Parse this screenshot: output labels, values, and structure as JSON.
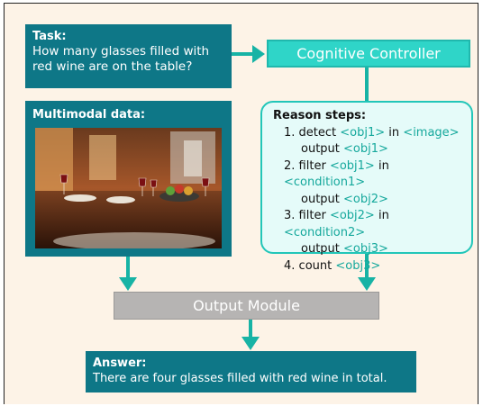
{
  "task": {
    "title": "Task:",
    "question": "How many glasses filled with red wine are on the table?"
  },
  "controller": {
    "label": "Cognitive Controller"
  },
  "multimodal": {
    "title": "Multimodal data:"
  },
  "reason": {
    "title": "Reason steps:",
    "steps": [
      {
        "num": "1.",
        "verb": "detect",
        "a": "<obj1>",
        "prep": "in",
        "b": "<image>",
        "out_word": "output",
        "out": "<obj1>"
      },
      {
        "num": "2.",
        "verb": "filter",
        "a": "<obj1>",
        "prep": "in",
        "b": "<condition1>",
        "out_word": "output",
        "out": "<obj2>"
      },
      {
        "num": "3.",
        "verb": "filter",
        "a": "<obj2>",
        "prep": "in",
        "b": "<condition2>",
        "out_word": "output",
        "out": "<obj3>"
      },
      {
        "num": "4.",
        "verb": "count",
        "a": "<obj3>"
      }
    ]
  },
  "output_module": {
    "label": "Output Module"
  },
  "answer": {
    "title": "Answer:",
    "text": "There are four glasses filled with red wine in total."
  },
  "colors": {
    "teal": "#0e7787",
    "cyan": "#2fd5c8",
    "arrow": "#17b3a5",
    "gray": "#b6b4b3",
    "bg": "#fdf3e7"
  }
}
